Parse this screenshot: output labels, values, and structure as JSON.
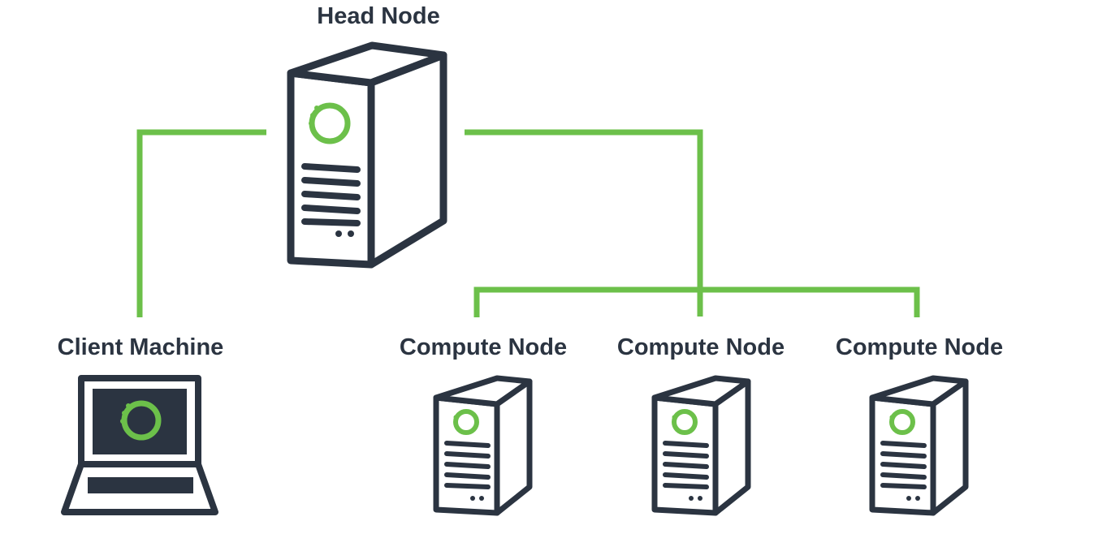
{
  "colors": {
    "link_green": "#6cc04a",
    "outline_dark": "#2b3441",
    "screen_fill": "#2b3441",
    "logo_green": "#6cc04a",
    "label_color": "#2b3441",
    "background": "#ffffff"
  },
  "nodes": {
    "head": {
      "label": "Head Node",
      "icon": "server-tower-icon"
    },
    "client": {
      "label": "Client Machine",
      "icon": "laptop-icon"
    },
    "compute": [
      {
        "label": "Compute Node",
        "icon": "server-tower-icon"
      },
      {
        "label": "Compute Node",
        "icon": "server-tower-icon"
      },
      {
        "label": "Compute Node",
        "icon": "server-tower-icon"
      }
    ]
  }
}
